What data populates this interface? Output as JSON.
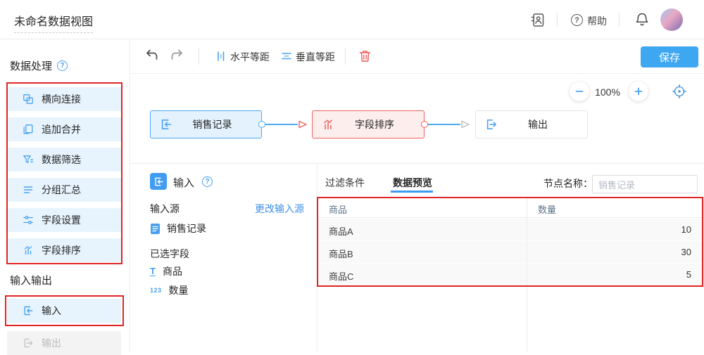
{
  "colors": {
    "accent": "#3ea7f2",
    "danger": "#f15f5f",
    "annotation": "#e12424",
    "link": "#3e90e8",
    "selected_node_bg": "#fdeeee",
    "input_node_bg": "#e3f2fd"
  },
  "topbar": {
    "title": "未命名数据视图",
    "help_label": "帮助",
    "question_glyph": "?"
  },
  "sidebar": {
    "section1_title": "数据处理",
    "tools": [
      {
        "label": "横向连接",
        "icon": "horizontal-join-icon"
      },
      {
        "label": "追加合并",
        "icon": "append-merge-icon"
      },
      {
        "label": "数据筛选",
        "icon": "data-filter-icon"
      },
      {
        "label": "分组汇总",
        "icon": "group-summary-icon"
      },
      {
        "label": "字段设置",
        "icon": "field-settings-icon"
      },
      {
        "label": "字段排序",
        "icon": "field-sort-icon"
      }
    ],
    "section2_title": "输入输出",
    "input_label": "输入",
    "output_label": "输出"
  },
  "toolbar": {
    "h_space_label": "水平等距",
    "v_space_label": "垂直等距",
    "save_label": "保存"
  },
  "canvas": {
    "zoom_level": "100%",
    "nodes": [
      {
        "label": "销售记录",
        "state": "input",
        "icon": "import-icon"
      },
      {
        "label": "字段排序",
        "state": "selected",
        "icon": "field-sort-icon"
      },
      {
        "label": "输出",
        "state": "default",
        "icon": "export-icon"
      }
    ]
  },
  "panel": {
    "title": "输入",
    "tabs": [
      {
        "label": "过滤条件",
        "active": false
      },
      {
        "label": "数据预览",
        "active": true
      }
    ],
    "node_name_label": "节点名称：",
    "node_name_value": "销售记录",
    "source_label": "输入源",
    "change_source_label": "更改输入源",
    "source_name": "销售记录",
    "selected_fields_label": "已选字段",
    "fields": [
      {
        "badge": "T",
        "name": "商品",
        "type": "text"
      },
      {
        "badge": "123",
        "name": "数量",
        "type": "number"
      }
    ],
    "table": {
      "columns": [
        "商品",
        "数量"
      ],
      "rows": [
        [
          "商品A",
          "10"
        ],
        [
          "商品B",
          "30"
        ],
        [
          "商品C",
          "5"
        ]
      ]
    }
  }
}
